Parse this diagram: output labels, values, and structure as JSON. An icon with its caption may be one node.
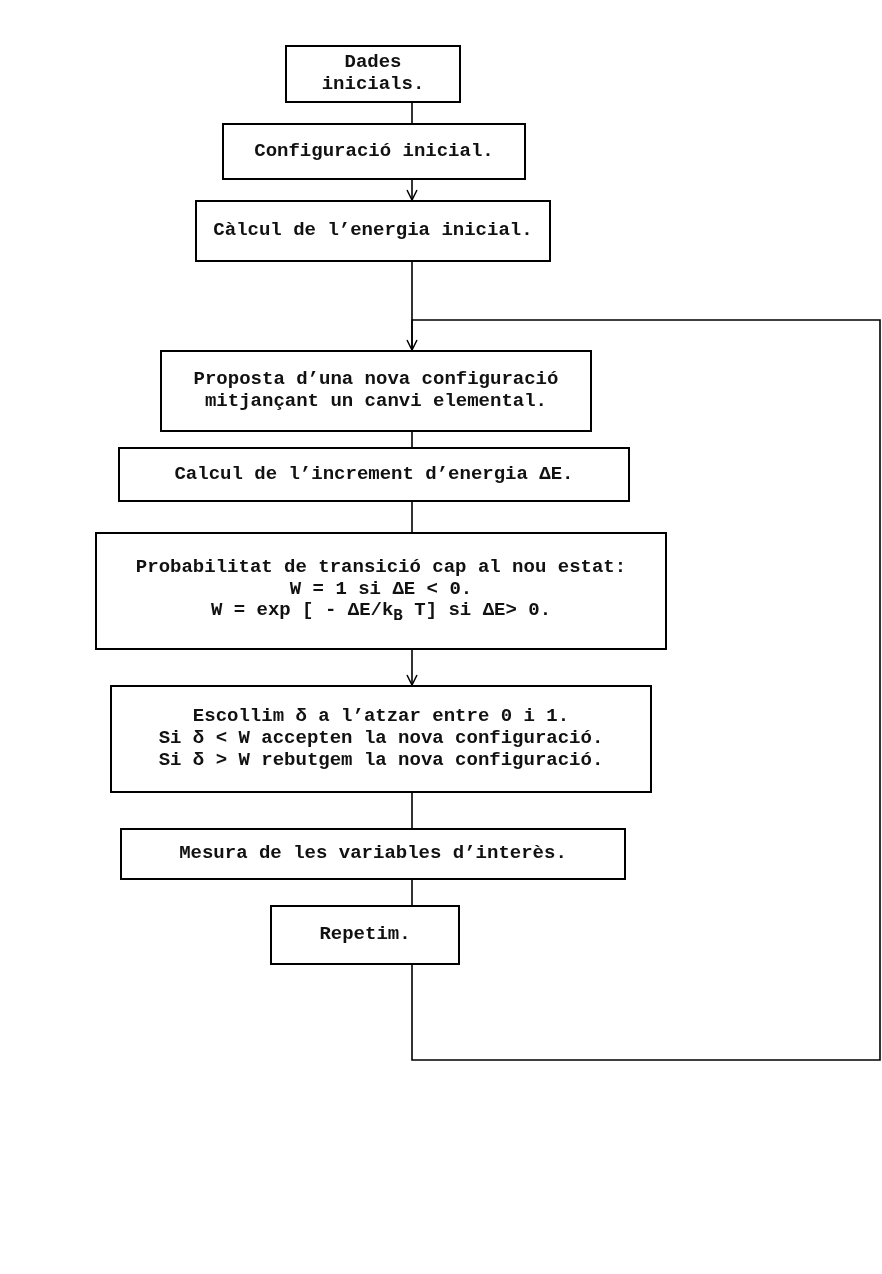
{
  "diagram": {
    "nodes": [
      {
        "text": [
          "Dades inicials."
        ]
      },
      {
        "text": [
          "Configuració inicial."
        ]
      },
      {
        "text": [
          "Càlcul de l’energia inicial."
        ]
      },
      {
        "text": [
          "Proposta d’una nova configuració mitjançant un canvi elemental."
        ]
      },
      {
        "text": [
          "Calcul de l’increment d’energia ΔE."
        ]
      },
      {
        "text": [
          "Probabilitat de transició cap al nou estat:",
          "W = 1 si ΔE < 0.",
          "W = exp [ - ΔE/k$_{B}$ T] si ΔE> 0."
        ]
      },
      {
        "text": [
          "Escollim δ a l’atzar entre 0 i 1.",
          "Si δ < W accepten la nova configuració.",
          "Si δ > W rebutgem la nova configuració."
        ]
      },
      {
        "text": [
          "Mesura de les variables d’interès."
        ]
      },
      {
        "text": [
          "Repetim."
        ]
      }
    ],
    "edges": [
      {
        "from": 0,
        "to": 1,
        "arrow": "none"
      },
      {
        "from": 1,
        "to": 2,
        "arrow": "to"
      },
      {
        "from": 2,
        "to": 3,
        "arrow": "none"
      },
      {
        "from": 3,
        "to": 4,
        "arrow": "none"
      },
      {
        "from": 4,
        "to": 5,
        "arrow": "none"
      },
      {
        "from": 5,
        "to": 6,
        "arrow": "to"
      },
      {
        "from": 6,
        "to": 7,
        "arrow": "none"
      },
      {
        "from": 7,
        "to": 8,
        "arrow": "none"
      },
      {
        "from": 8,
        "to": 3,
        "arrow": "to"
      }
    ]
  }
}
